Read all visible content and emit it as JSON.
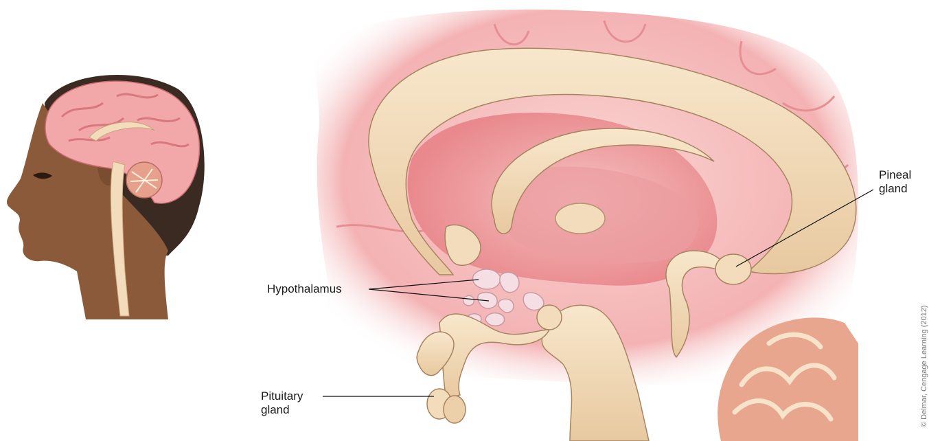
{
  "labels": {
    "hypothalamus": "Hypothalamus",
    "pituitary_line1": "Pituitary",
    "pituitary_line2": "gland",
    "pineal_line1": "Pineal",
    "pineal_line2": "gland"
  },
  "credit": "© Delmar, Cengage Learning (2012)",
  "colors": {
    "brain_pink": "#f2a7a9",
    "brain_pink_light": "#f9d0cd",
    "brain_pink_deep": "#e8868a",
    "white_matter": "#f3dcbb",
    "white_matter_shade": "#d9b88f",
    "skin": "#8a5a3b",
    "hair": "#3a2a22",
    "leader_line": "#111111"
  }
}
